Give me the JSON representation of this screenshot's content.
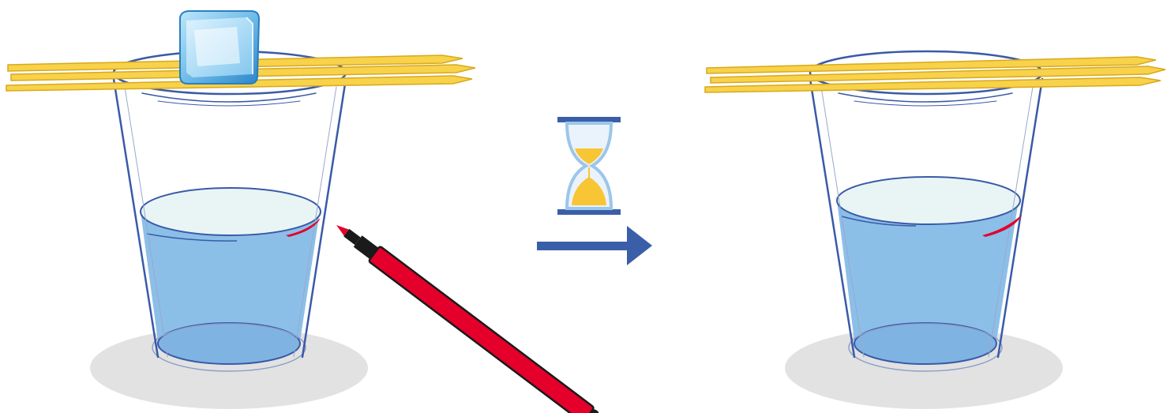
{
  "scene": {
    "description_visible_text": "",
    "panels": [
      {
        "id": "before",
        "items": [
          "glass-with-water",
          "three-skewers",
          "ice-cube",
          "marker-pen",
          "water-level-mark"
        ]
      },
      {
        "id": "after",
        "items": [
          "glass-with-water",
          "three-skewers",
          "water-level-mark"
        ]
      }
    ],
    "transition": [
      "hourglass-icon",
      "right-arrow-icon"
    ]
  },
  "colors": {
    "water": "#8bbfe8",
    "water_surface": "#e9f5f5",
    "glass_outline": "#3a5aa8",
    "skewer": "#f7d24a",
    "skewer_outline": "#d9a91c",
    "ice": "#4aa3dc",
    "marker_body": "#e4002b",
    "arrow": "#3a5fa8",
    "sand": "#f8c535",
    "shadow": "#e2e2e2"
  }
}
